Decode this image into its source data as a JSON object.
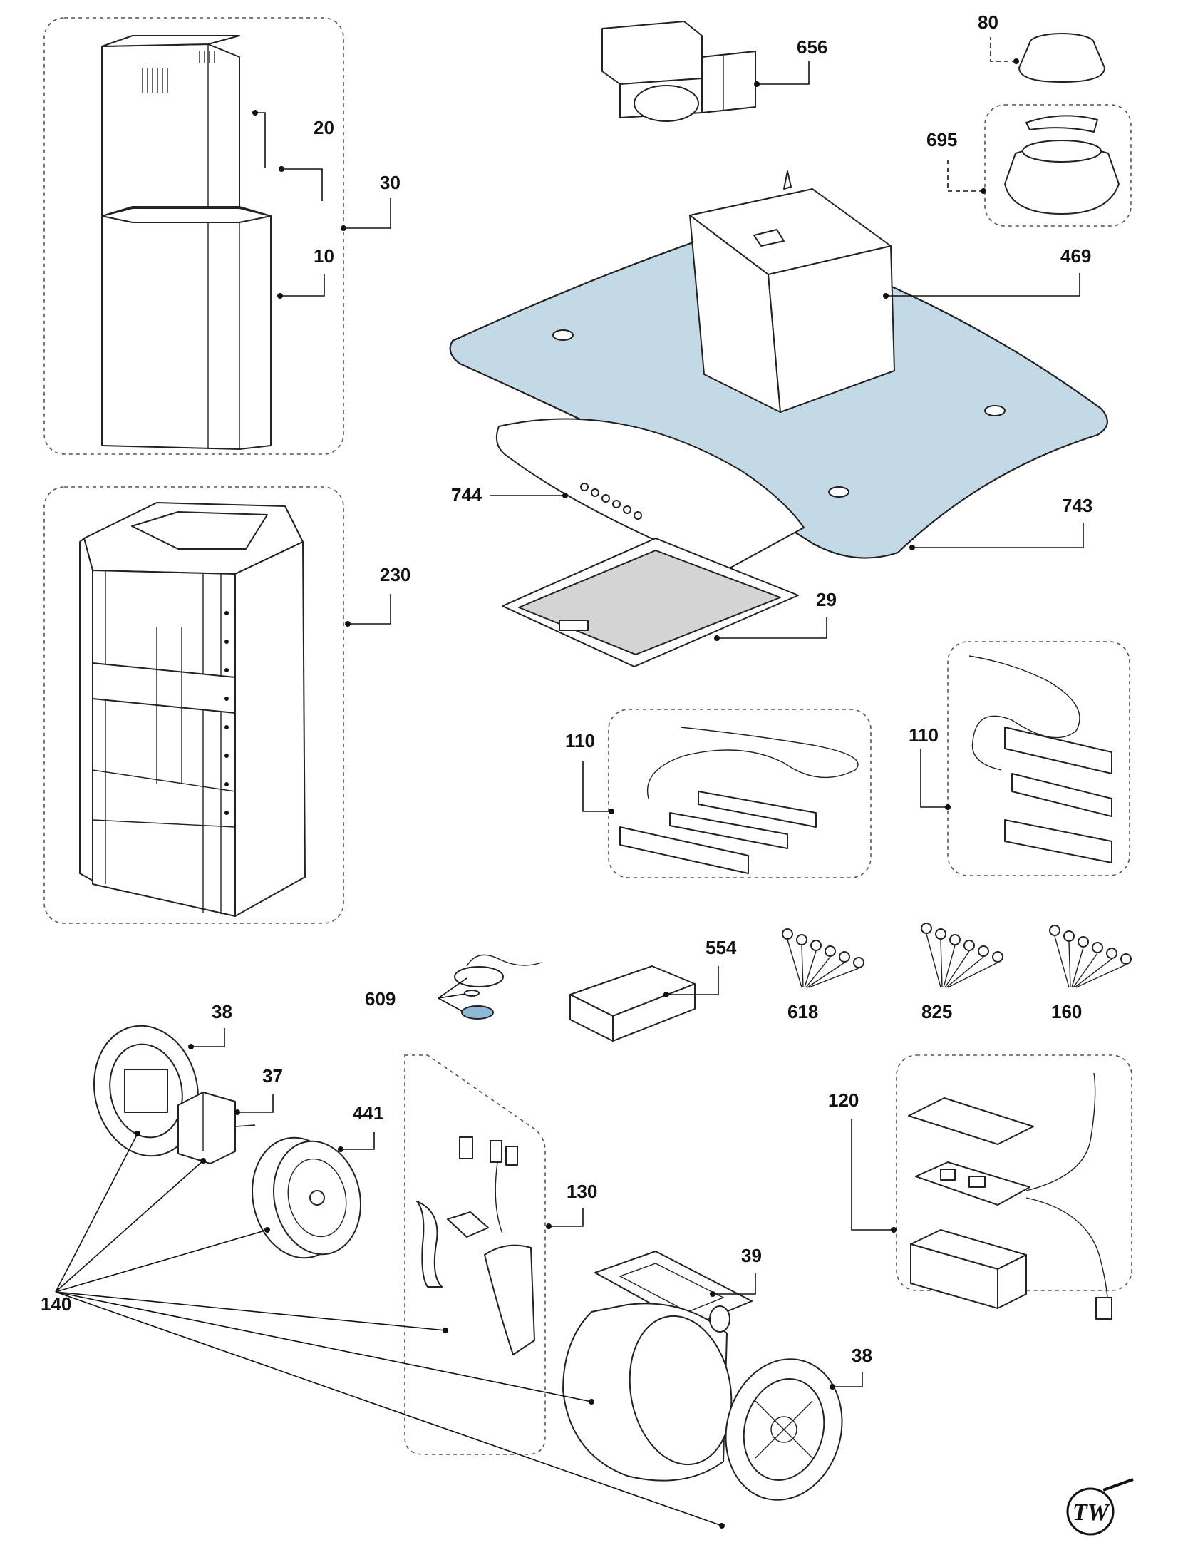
{
  "labels": {
    "p656": "656",
    "p80": "80",
    "p695": "695",
    "p20": "20",
    "p30": "30",
    "p10": "10",
    "p469": "469",
    "p744": "744",
    "p743": "743",
    "p29": "29",
    "p230": "230",
    "p110a": "110",
    "p110b": "110",
    "p554": "554",
    "p609": "609",
    "p618": "618",
    "p825": "825",
    "p160": "160",
    "p38a": "38",
    "p37": "37",
    "p441": "441",
    "p120": "120",
    "p130": "130",
    "p39": "39",
    "p140": "140",
    "p38b": "38"
  },
  "colors": {
    "glass": "#c3d9e6",
    "filter": "#d4d4d4",
    "lens": "#8db8d6",
    "ink": "#111111"
  },
  "icons": {
    "brand_logo": "TW-logo"
  }
}
